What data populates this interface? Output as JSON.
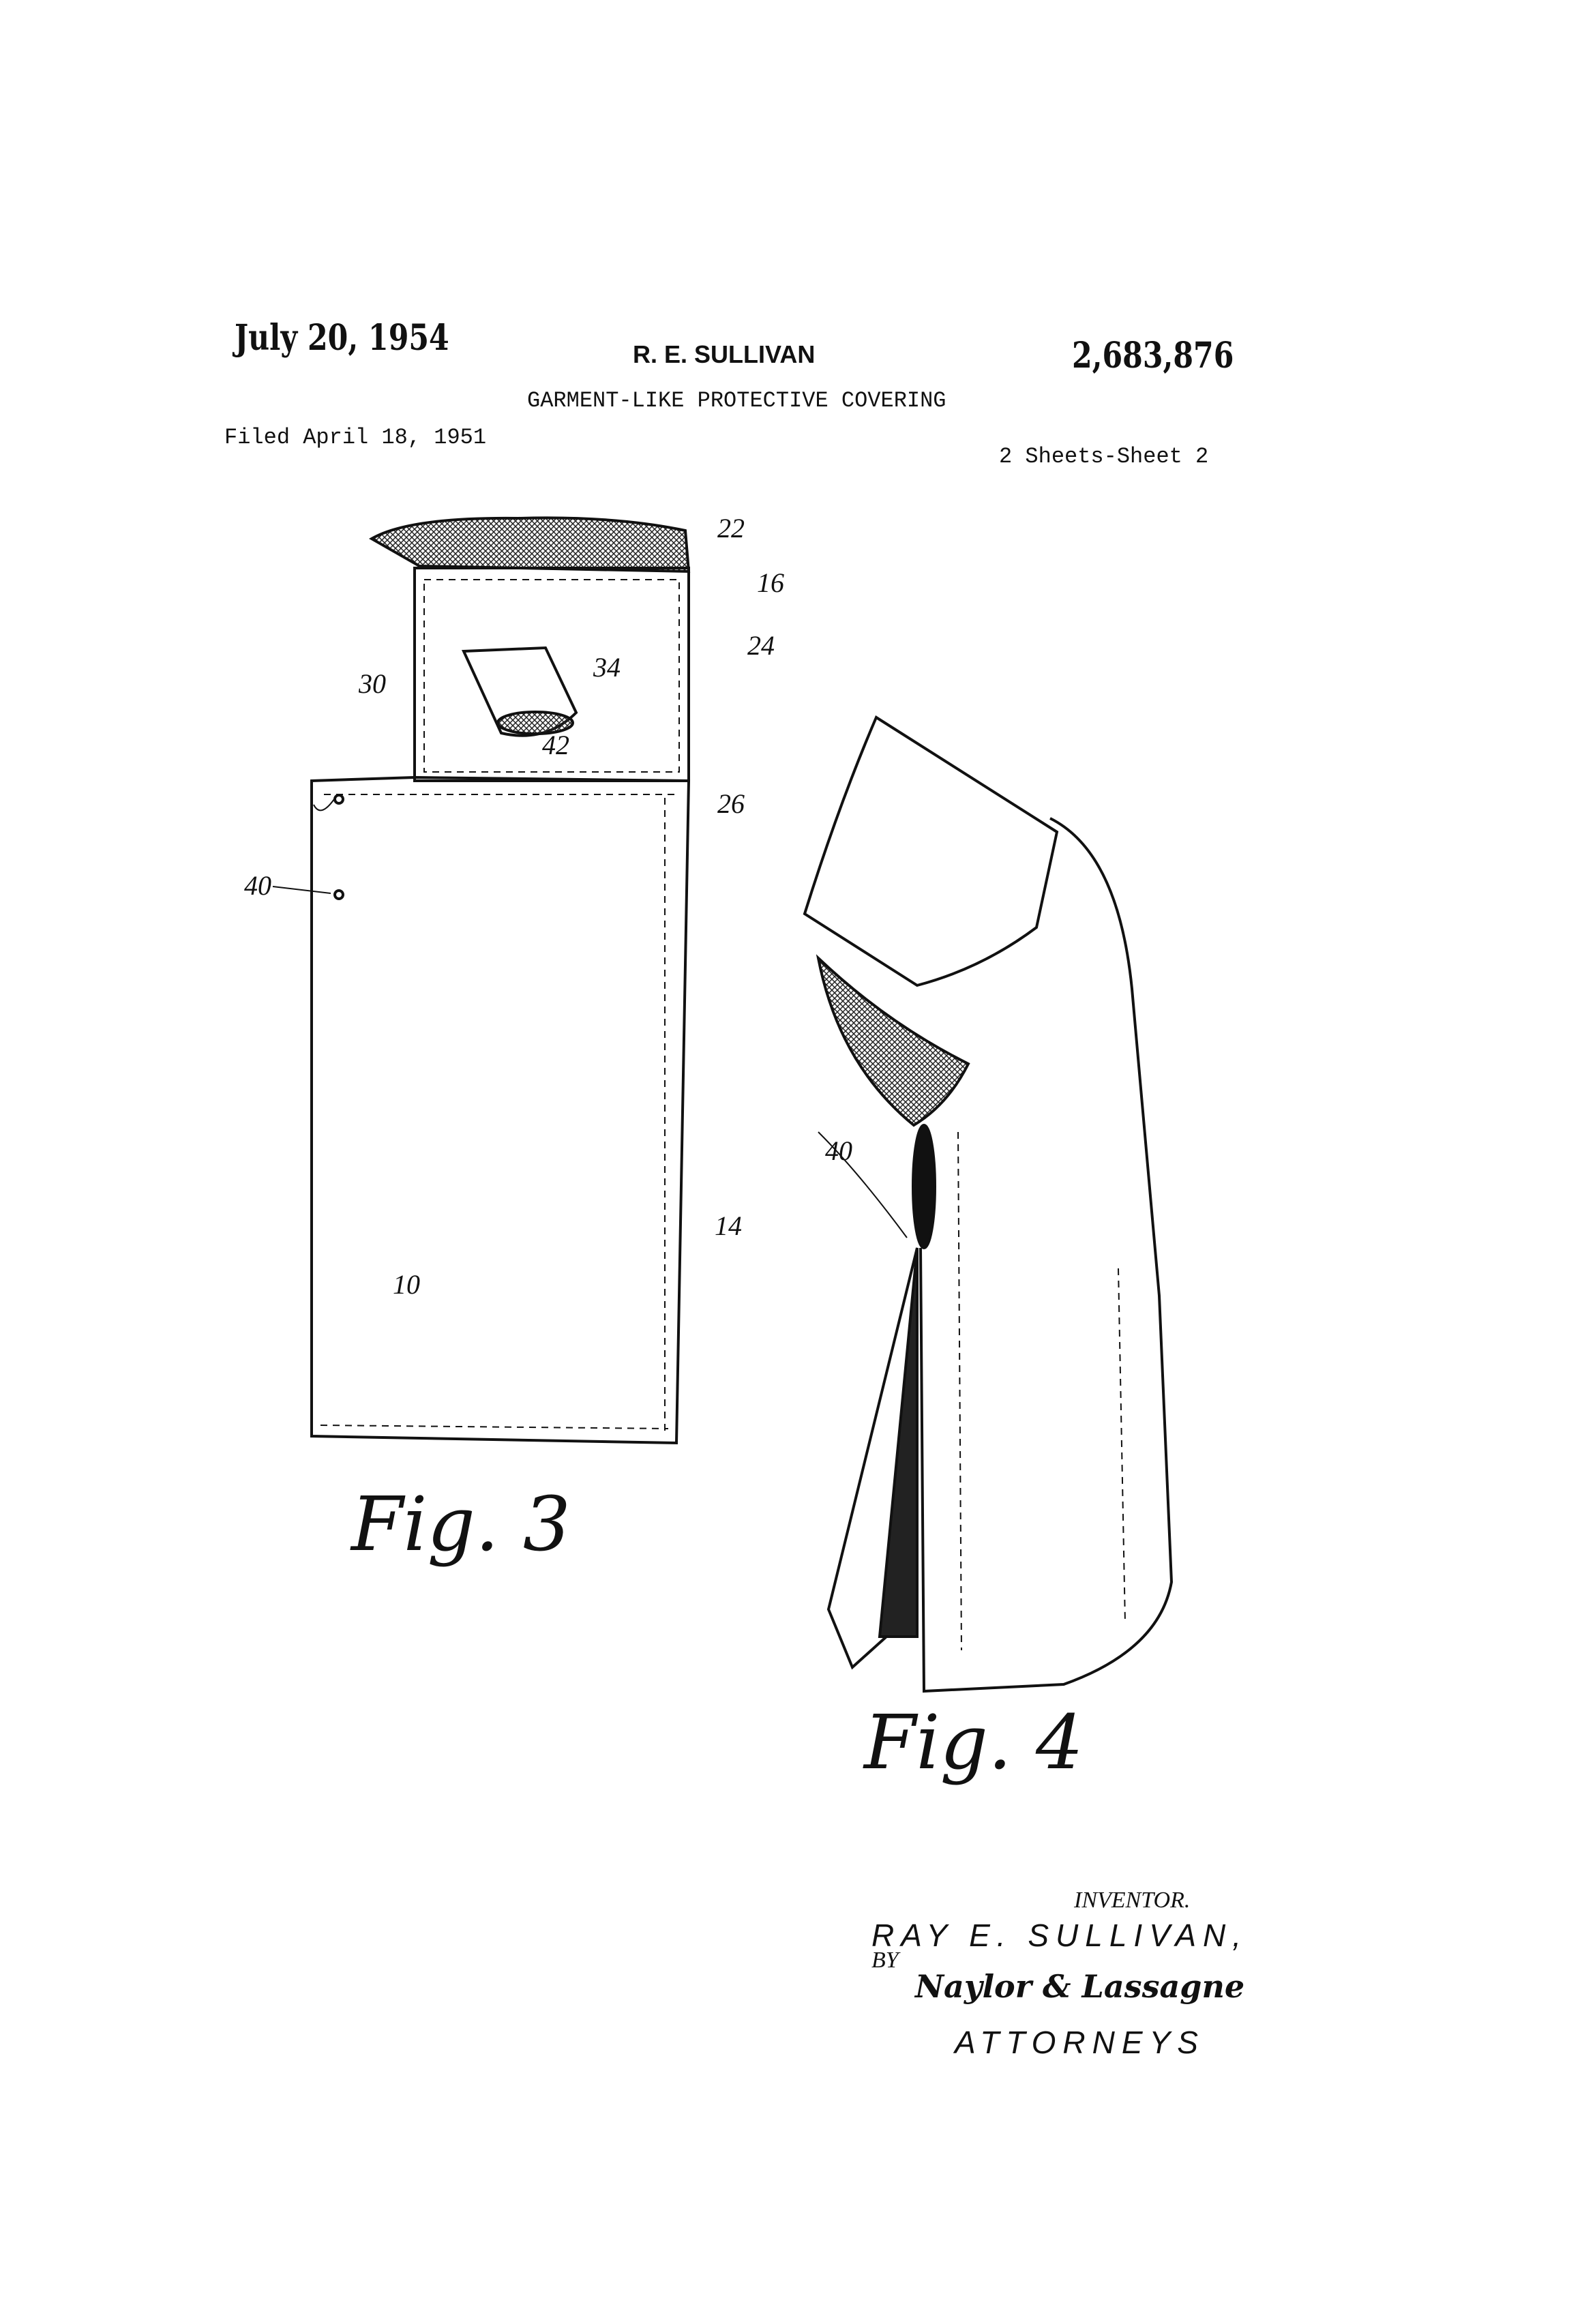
{
  "header": {
    "date": "July 20, 1954",
    "inventor_name": "R. E. SULLIVAN",
    "patent_number": "2,683,876",
    "title": "GARMENT-LIKE PROTECTIVE COVERING",
    "filed": "Filed April 18, 1951",
    "sheets": "2 Sheets-Sheet 2"
  },
  "fig3": {
    "label": "Fig. 3",
    "refs": {
      "r22": "22",
      "r16": "16",
      "r24": "24",
      "r30": "30",
      "r34": "34",
      "r42": "42",
      "r26": "26",
      "r40": "40",
      "r14": "14",
      "r10": "10"
    }
  },
  "fig4": {
    "label": "Fig. 4",
    "refs": {
      "r40": "40"
    }
  },
  "signature_block": {
    "inventor_label": "INVENTOR.",
    "inventor_signature": "RAY E. SULLIVAN,",
    "by": "BY",
    "attorney_signature": "Naylor & Lassagne",
    "attorneys_label": "ATTORNEYS"
  }
}
